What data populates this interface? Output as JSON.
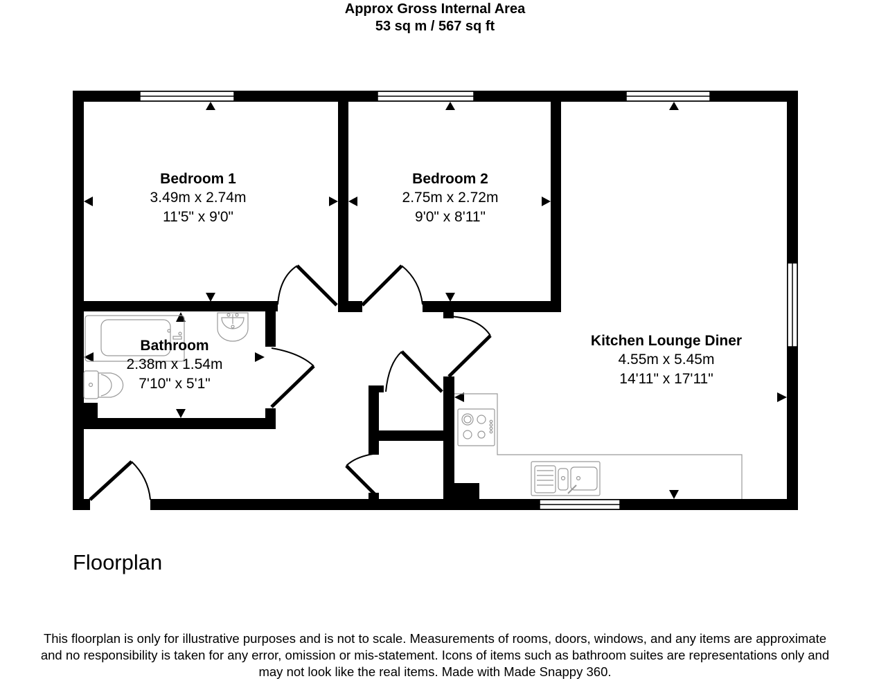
{
  "header": {
    "line1": "Approx Gross Internal Area",
    "line2": "53 sq m / 567 sq ft"
  },
  "rooms": [
    {
      "name": "Bedroom 1",
      "metric": "3.49m x 2.74m",
      "imperial": "11'5\" x 9'0\""
    },
    {
      "name": "Bedroom 2",
      "metric": "2.75m x 2.72m",
      "imperial": "9'0\" x 8'11\""
    },
    {
      "name": "Bathroom",
      "metric": "2.38m x 1.54m",
      "imperial": "7'10\" x 5'1\""
    },
    {
      "name": "Kitchen Lounge Diner",
      "metric": "4.55m x 5.45m",
      "imperial": "14'11\" x 17'11\""
    }
  ],
  "floor": {
    "title": "Floorplan"
  },
  "fixtures": [
    "bath-icon",
    "washbasin-icon",
    "toilet-icon",
    "hob-icon",
    "sink-icon"
  ],
  "colors": {
    "wall": "#000000",
    "fixture_line": "#999999",
    "background": "#ffffff"
  },
  "disclaimer": {
    "line1": "This floorplan is only for illustrative purposes and is not to scale. Measurements of rooms, doors, windows, and any items are approximate",
    "line2": "and no responsibility is taken for any error, omission or mis-statement. Icons of items such as bathroom suites are representations only and",
    "line3": "may not look like the real items. Made with Made Snappy 360."
  }
}
